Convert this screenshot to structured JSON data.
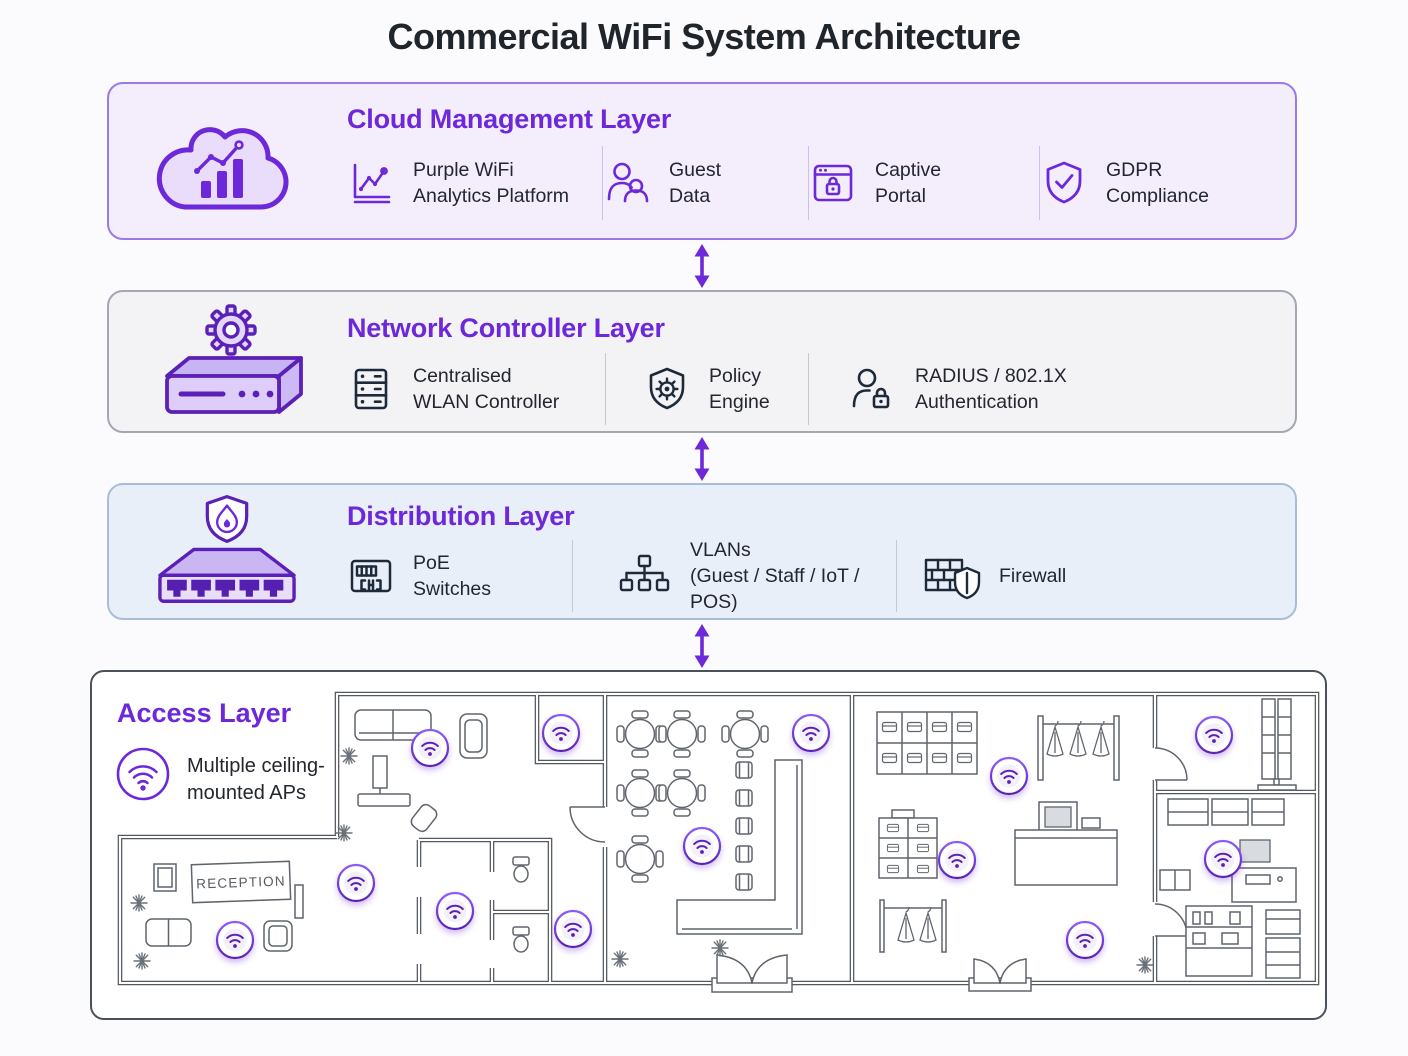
{
  "title": "Commercial WiFi System Architecture",
  "colors": {
    "accent_purple": "#6d28d9",
    "deep_purple": "#5b21b6",
    "cloud_bg": "#f3edfc",
    "cloud_border": "#9b79ea",
    "network_bg": "#f3f3f6",
    "network_border": "#a2a7b2",
    "distribution_bg": "#e9eff8",
    "distribution_border": "#a9bdd9",
    "dark_text": "#23262e",
    "wall_gray": "#53585f"
  },
  "layers": {
    "cloud": {
      "title": "Cloud Management Layer",
      "main_icon": "cloud-analytics-icon",
      "items": [
        {
          "icon": "analytics-chart-icon",
          "line1": "Purple WiFi",
          "line2": "Analytics Platform"
        },
        {
          "icon": "guest-users-icon",
          "line1": "Guest",
          "line2": "Data"
        },
        {
          "icon": "captive-portal-icon",
          "line1": "Captive",
          "line2": "Portal"
        },
        {
          "icon": "shield-check-icon",
          "line1": "GDPR",
          "line2": "Compliance"
        }
      ]
    },
    "network": {
      "title": "Network Controller Layer",
      "main_icon": "gear-controller-icon",
      "items": [
        {
          "icon": "wlan-controller-icon",
          "line1": "Centralised",
          "line2": "WLAN Controller"
        },
        {
          "icon": "policy-engine-icon",
          "line1": "Policy",
          "line2": "Engine"
        },
        {
          "icon": "radius-auth-icon",
          "line1": "RADIUS / 802.1X",
          "line2": "Authentication"
        }
      ]
    },
    "distribution": {
      "title": "Distribution Layer",
      "main_icon": "shield-flame-switch-icon",
      "items": [
        {
          "icon": "poe-switch-icon",
          "line1": "PoE",
          "line2": "Switches"
        },
        {
          "icon": "vlan-tree-icon",
          "line1": "VLANs",
          "line2": "(Guest / Staff / IoT / POS)"
        },
        {
          "icon": "firewall-icon",
          "line1": "Firewall"
        }
      ]
    },
    "access": {
      "title": "Access Layer",
      "desc_line1": "Multiple ceiling-",
      "desc_line2": "mounted APs",
      "floor_label": "RECEPTION",
      "ap_count": 13
    }
  }
}
